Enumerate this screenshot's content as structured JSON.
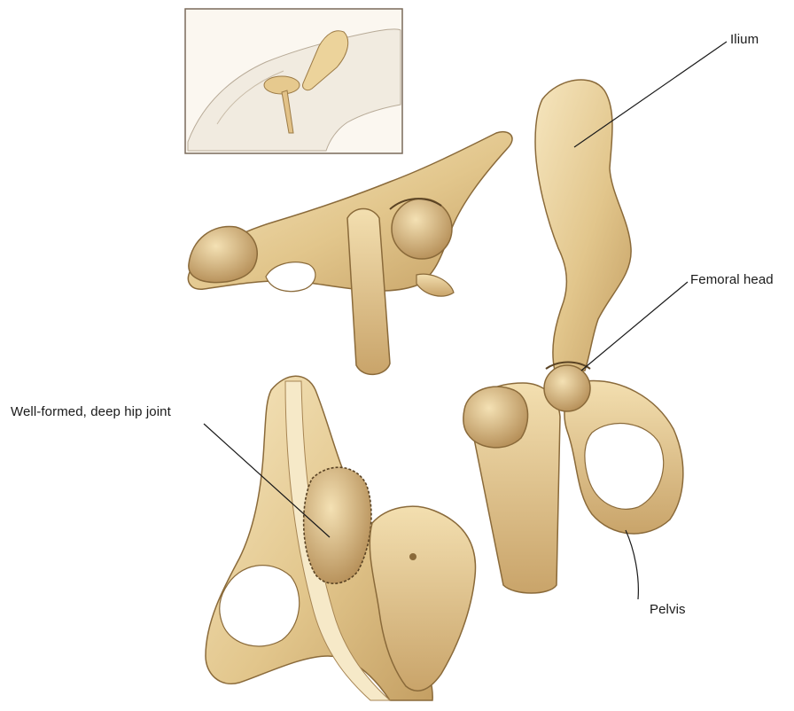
{
  "labels": {
    "ilium": "Ilium",
    "femoral_head": "Femoral head",
    "well_formed": "Well-formed, deep hip joint",
    "pelvis": "Pelvis"
  },
  "colors": {
    "bone_light": "#f0dcae",
    "bone_mid": "#dcbf85",
    "bone_dark": "#b08a52",
    "outline": "#8a6a3a",
    "leader": "#1a1a1a",
    "inset_border": "#7a6a5a"
  }
}
